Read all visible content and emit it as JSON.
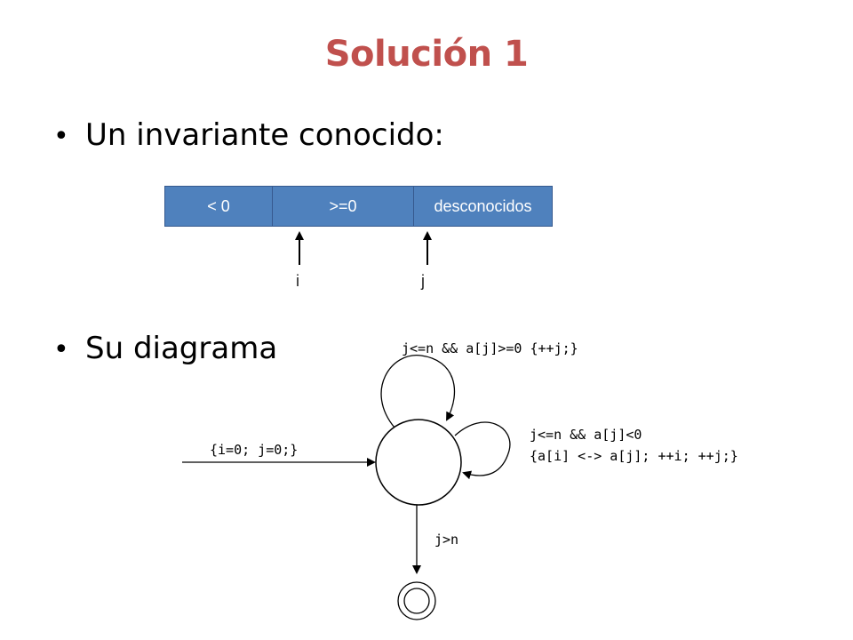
{
  "title": "Solución 1",
  "colors": {
    "title": "#c0504d",
    "cell_fill": "#4f81bd",
    "cell_border": "#36598e"
  },
  "bullets": [
    {
      "text": "Un invariante conocido:"
    },
    {
      "text": "Su diagrama"
    }
  ],
  "array": {
    "cells": [
      {
        "label": "< 0"
      },
      {
        "label": ">=0"
      },
      {
        "label": "desconocidos"
      }
    ],
    "pointers": [
      {
        "label": "i"
      },
      {
        "label": "j"
      }
    ]
  },
  "diagram": {
    "init_label": "{i=0; j=0;}",
    "loop_top_label": "j<=n && a[j]>=0 {++j;}",
    "loop_right_label_1": "j<=n && a[j]<0",
    "loop_right_label_2": "{a[i] <-> a[j]; ++i; ++j;}",
    "exit_label": "j>n"
  }
}
